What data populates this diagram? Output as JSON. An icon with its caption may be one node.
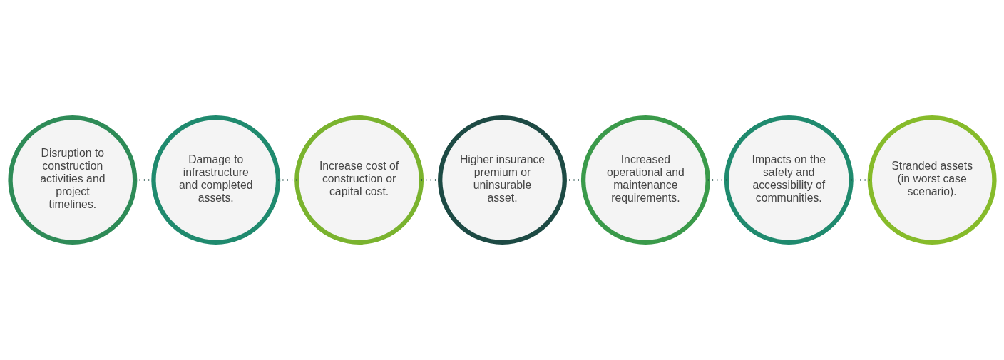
{
  "diagram": {
    "nodes": [
      {
        "text": [
          "Disruption to construction activities and project timelines."
        ]
      },
      {
        "text": [
          "Damage to infrastructure and completed assets."
        ]
      },
      {
        "text": [
          "Increase cost of construction or capital cost."
        ]
      },
      {
        "text": [
          "Higher insurance premium or uninsurable asset."
        ]
      },
      {
        "text": [
          "Increased operational and maintenance requirements."
        ]
      },
      {
        "text": [
          "Impacts on the safety and accessibility of communities."
        ]
      },
      {
        "text": [
          "Stranded assets (in worst case scenario)."
        ]
      }
    ],
    "edges": [
      {
        "from": 0,
        "to": 1,
        "arrow": "none",
        "style": "dashed"
      },
      {
        "from": 1,
        "to": 2,
        "arrow": "none",
        "style": "dashed"
      },
      {
        "from": 2,
        "to": 3,
        "arrow": "none",
        "style": "dashed"
      },
      {
        "from": 3,
        "to": 4,
        "arrow": "none",
        "style": "dashed"
      },
      {
        "from": 4,
        "to": 5,
        "arrow": "none",
        "style": "dashed"
      },
      {
        "from": 5,
        "to": 6,
        "arrow": "none",
        "style": "dashed"
      }
    ]
  }
}
